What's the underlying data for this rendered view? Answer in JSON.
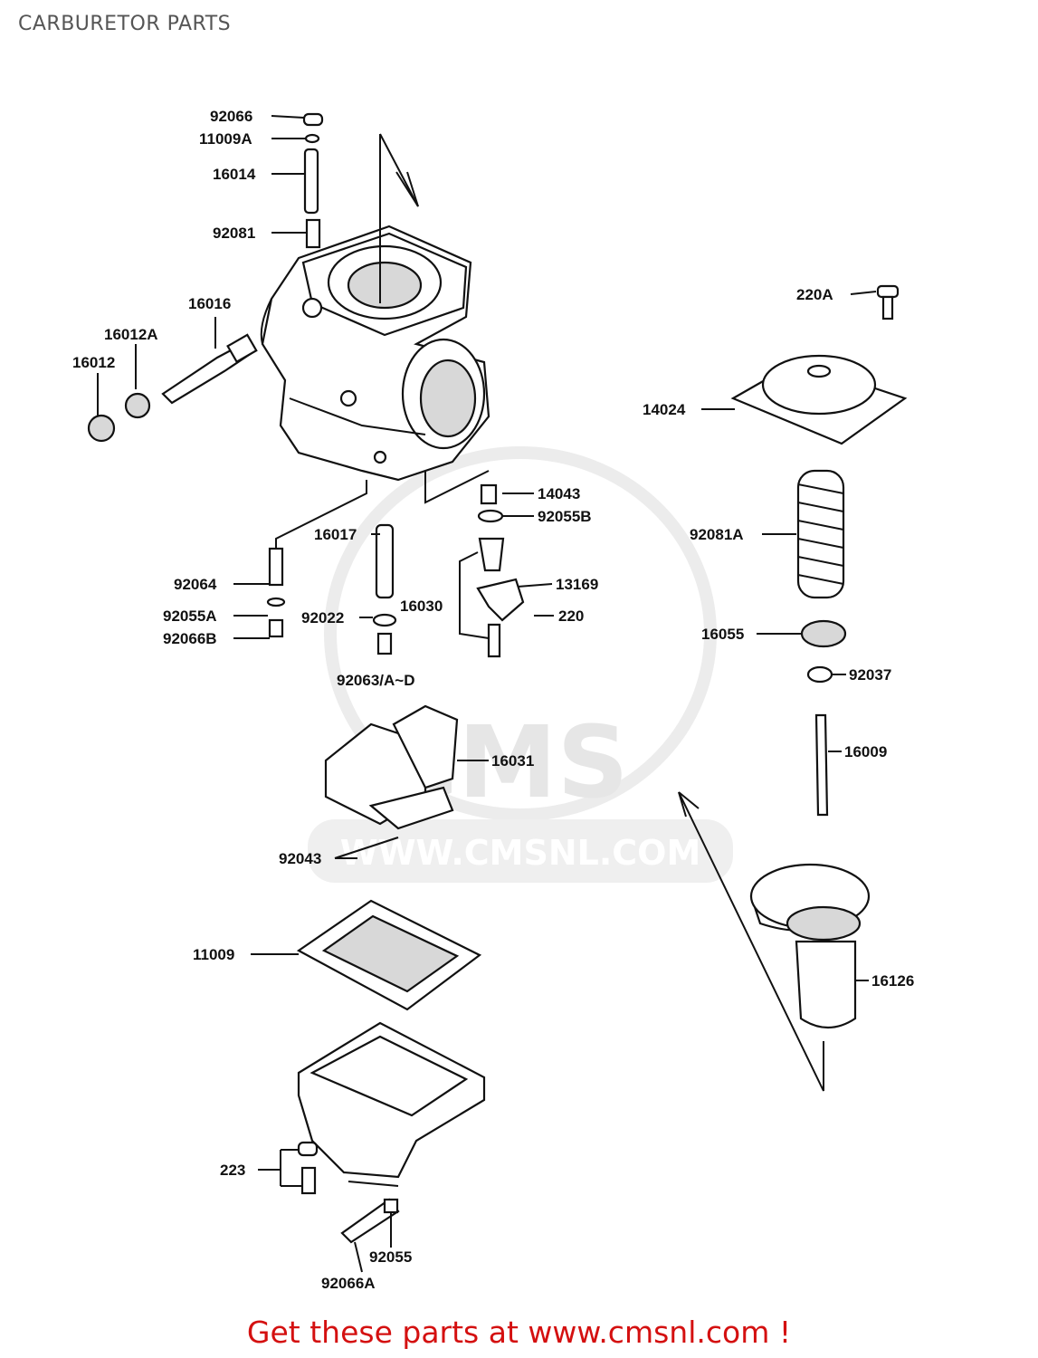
{
  "header": {
    "title": "CARBURETOR PARTS"
  },
  "watermark": {
    "brand": "CMS",
    "url": "WWW.CMSNL.COM"
  },
  "parts": {
    "p92066": "92066",
    "p11009A": "11009A",
    "p16014": "16014",
    "p92081": "92081",
    "p16016": "16016",
    "p16012A": "16012A",
    "p16012": "16012",
    "p220A": "220A",
    "p14024": "14024",
    "p14043": "14043",
    "p92055B": "92055B",
    "p16017": "16017",
    "p13169": "13169",
    "p92064": "92064",
    "p16030": "16030",
    "p220": "220",
    "p92055A": "92055A",
    "p92022": "92022",
    "p92066B": "92066B",
    "p92063": "92063/A~D",
    "p92081A": "92081A",
    "p16055": "16055",
    "p92037": "92037",
    "p16009": "16009",
    "p16031": "16031",
    "p92043": "92043",
    "p11009": "11009",
    "p16126": "16126",
    "p223": "223",
    "p92055": "92055",
    "p92066A": "92066A"
  },
  "footer": {
    "text": "Get these parts at www.cmsnl.com !"
  }
}
